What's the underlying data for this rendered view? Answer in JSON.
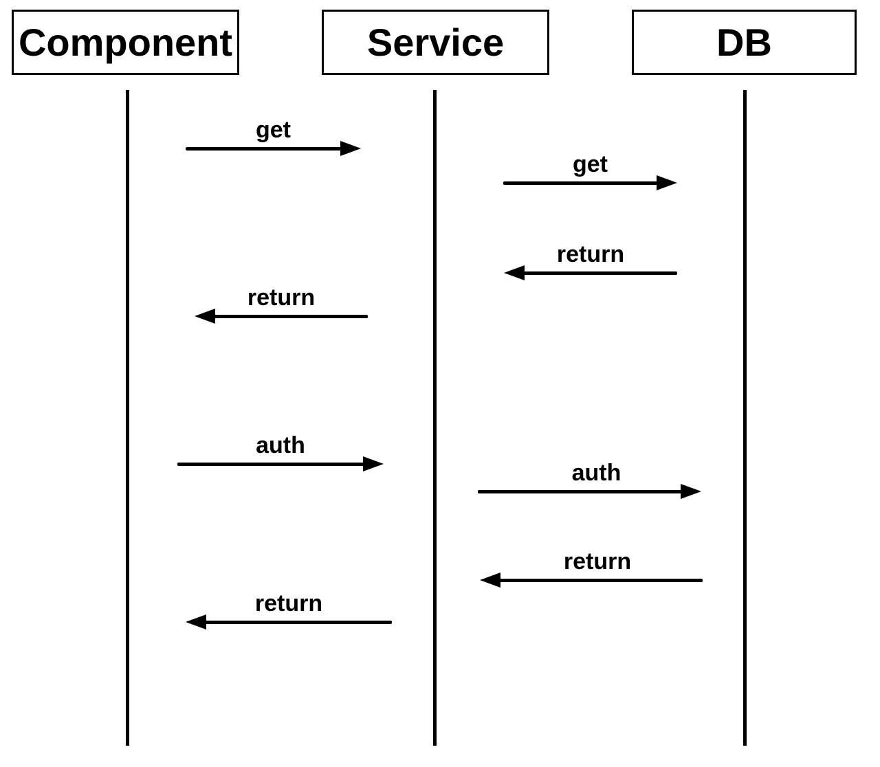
{
  "diagram": {
    "type": "sequence",
    "colors": {
      "foreground": "#000000",
      "background": "#ffffff"
    },
    "actors": [
      {
        "name": "Component"
      },
      {
        "name": "Service"
      },
      {
        "name": "DB"
      }
    ],
    "messages": [
      {
        "label": "get",
        "from": "Component",
        "to": "Service",
        "direction": "right"
      },
      {
        "label": "get",
        "from": "Service",
        "to": "DB",
        "direction": "right"
      },
      {
        "label": "return",
        "from": "DB",
        "to": "Service",
        "direction": "left"
      },
      {
        "label": "return",
        "from": "Service",
        "to": "Component",
        "direction": "left"
      },
      {
        "label": "auth",
        "from": "Component",
        "to": "Service",
        "direction": "right"
      },
      {
        "label": "auth",
        "from": "Service",
        "to": "DB",
        "direction": "right"
      },
      {
        "label": "return",
        "from": "DB",
        "to": "Service",
        "direction": "left"
      },
      {
        "label": "return",
        "from": "Service",
        "to": "Component",
        "direction": "left"
      }
    ]
  }
}
